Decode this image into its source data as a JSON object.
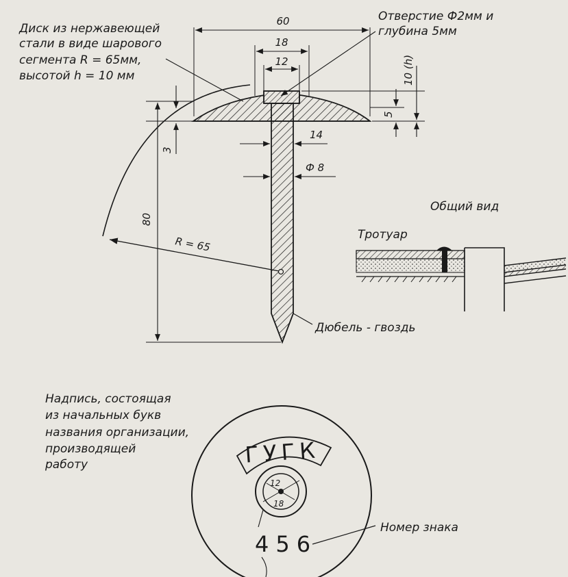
{
  "labels": {
    "disk_note": [
      "Диск из нержавеющей",
      "стали в виде шарового",
      "сегмента    R = 65мм,",
      "высотой     h = 10 мм"
    ],
    "hole_note": [
      "Отверстие  Ф2мм и",
      "глубина 5мм"
    ],
    "general_view": "Общий вид",
    "sidewalk": "Тротуар",
    "dowel_nail": "Дюбель - гвоздь",
    "inscription_note": [
      "Надпись, состоящая",
      "из начальных букв",
      "названия организации,",
      "производящей",
      "работу"
    ],
    "sign_number": "Номер знака"
  },
  "dimensions": {
    "d60": "60",
    "d18": "18",
    "d12": "12",
    "d10h": "10 (h)",
    "d5": "5",
    "d14": "14",
    "d8": "Ф 8",
    "d3": "3",
    "d80": "80",
    "r65": "R = 65"
  },
  "plate": {
    "org_letters": "ГУГК",
    "sign_number": "456",
    "inner_12": "12",
    "inner_18": "18"
  }
}
